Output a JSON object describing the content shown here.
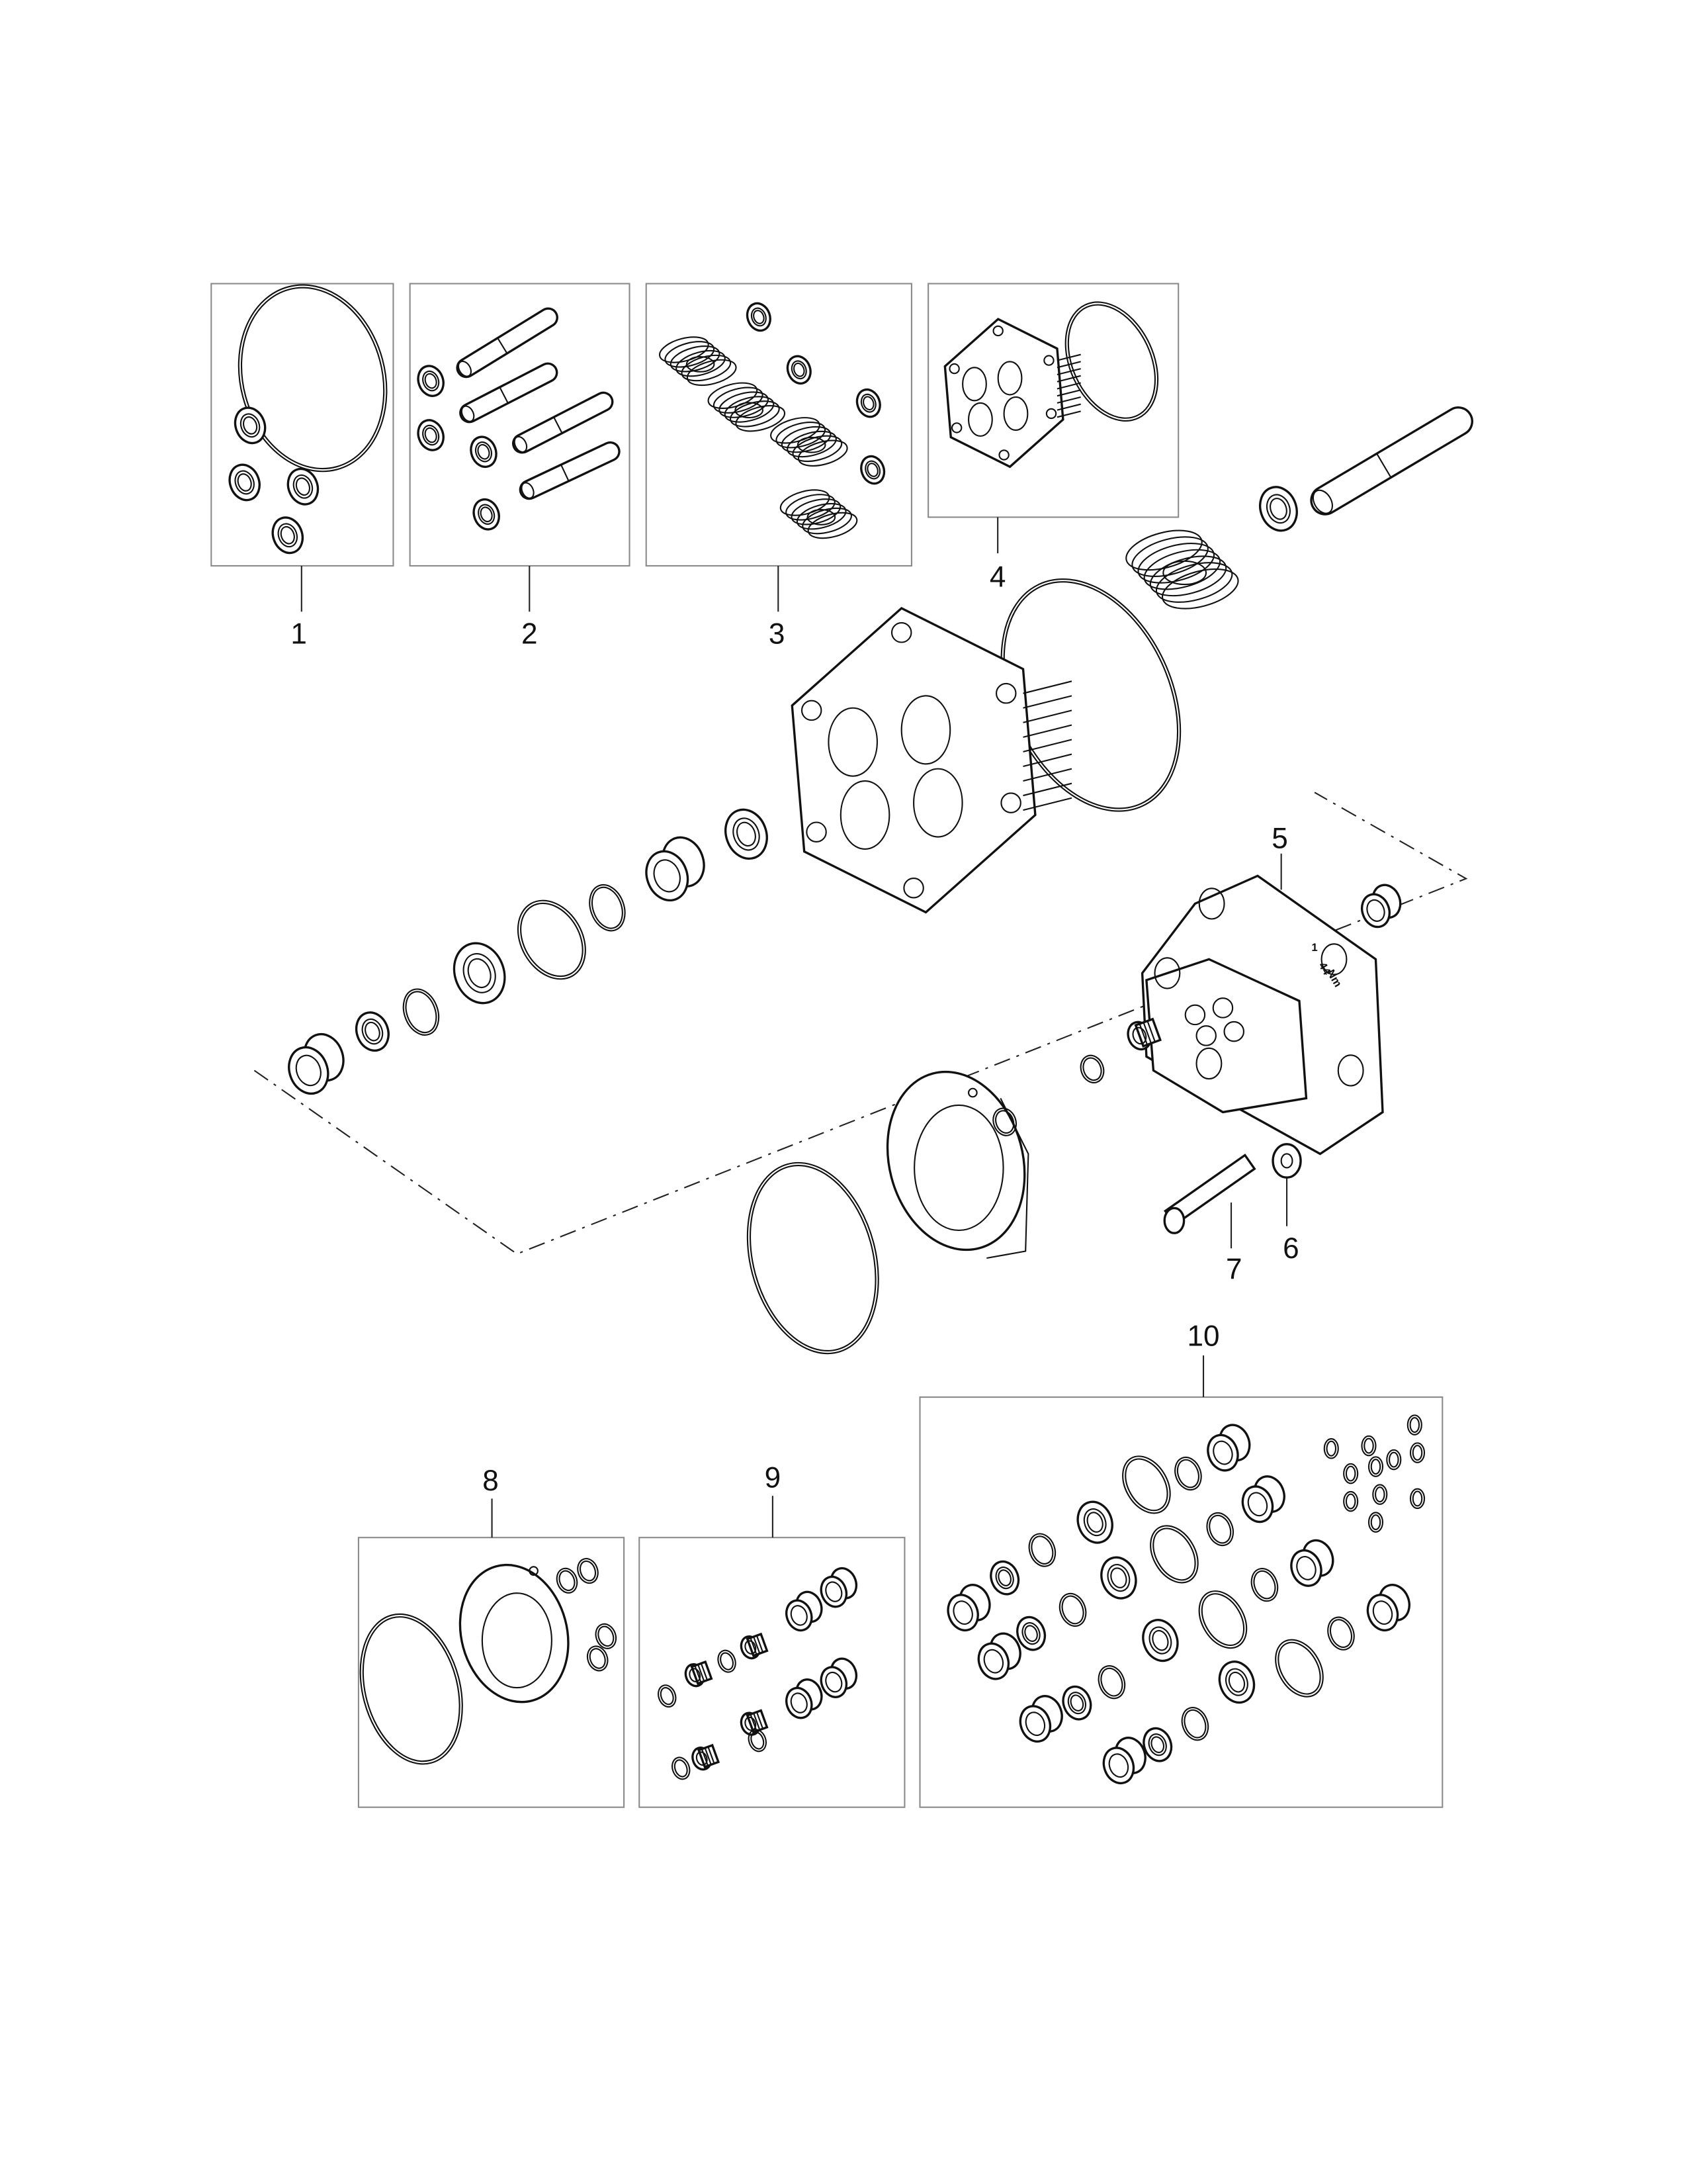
{
  "diagram": {
    "type": "exploded-parts-view",
    "item_labels": [
      "1",
      "2",
      "3",
      "4",
      "5",
      "6",
      "7",
      "8",
      "9",
      "10"
    ],
    "part_markings": {
      "position": "1",
      "torque": "44",
      "torque_unit": "Nm"
    }
  }
}
